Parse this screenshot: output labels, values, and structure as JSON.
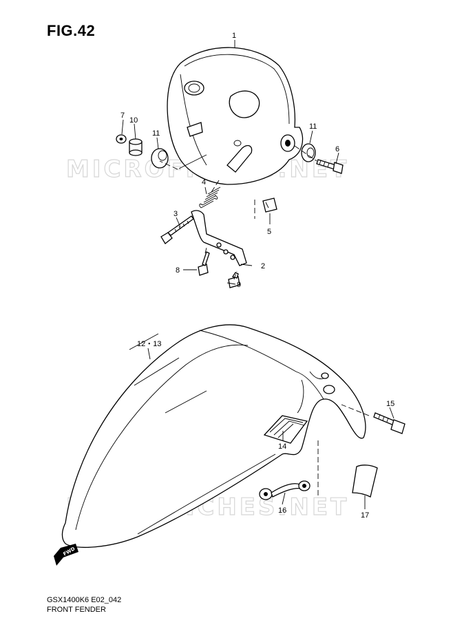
{
  "figure_label": "FIG.42",
  "watermark_text": "MICROFICHES.NET",
  "model_code": "GSX1400K6 E02_042",
  "section_title": "FRONT FENDER",
  "fwd_badge": "FWD",
  "callouts": [
    "1",
    "2",
    "3",
    "4",
    "5",
    "6",
    "7",
    "8",
    "9",
    "10",
    "11",
    "11",
    "12・13",
    "14",
    "15",
    "16",
    "17"
  ]
}
